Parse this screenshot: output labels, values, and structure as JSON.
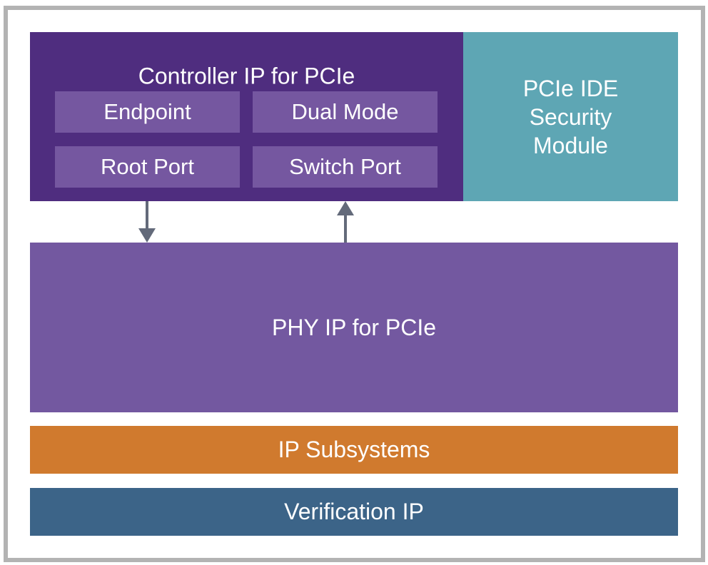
{
  "diagram": {
    "controller": {
      "title": "Controller IP for PCIe",
      "color": "#4f2d7f",
      "sub_blocks": [
        {
          "label": "Endpoint"
        },
        {
          "label": "Dual Mode"
        },
        {
          "label": "Root Port"
        },
        {
          "label": "Switch Port"
        }
      ],
      "sub_block_color": "#7557a0"
    },
    "ide_module": {
      "label": "PCIe IDE\nSecurity\n Module",
      "color": "#5ea6b4"
    },
    "phy": {
      "label": "PHY IP for PCIe",
      "color": "#7358a0"
    },
    "subsystems": {
      "label": "IP Subsystems",
      "color": "#d07a2e"
    },
    "verification": {
      "label": "Verification IP",
      "color": "#3c6488"
    },
    "arrows": [
      {
        "from": "controller",
        "to": "phy",
        "direction": "down"
      },
      {
        "from": "phy",
        "to": "controller",
        "direction": "up"
      }
    ],
    "arrow_color": "#636a7a",
    "frame_color": "#b3b3b3"
  }
}
